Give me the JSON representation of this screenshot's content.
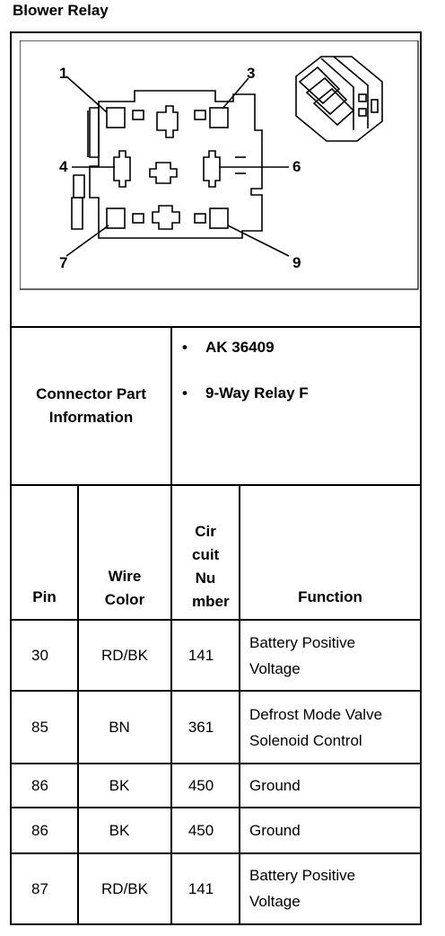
{
  "title": "Blower Relay",
  "diagram": {
    "pin_labels": [
      "1",
      "3",
      "4",
      "6",
      "7",
      "9"
    ]
  },
  "connector_info": {
    "label": "Connector Part Information",
    "items": [
      "AK 36409",
      "9-Way Relay F"
    ]
  },
  "table": {
    "headers": {
      "pin": "Pin",
      "wire_color": "Wire Color",
      "circuit_number": "Cir cuit Nu mber",
      "function": "Function"
    },
    "rows": [
      {
        "pin": "30",
        "wire_color": "RD/BK",
        "circuit": "141",
        "function": [
          "Battery Positive",
          "Voltage"
        ]
      },
      {
        "pin": "85",
        "wire_color": "BN",
        "circuit": "361",
        "function": [
          "Defrost Mode Valve",
          "Solenoid Control"
        ]
      },
      {
        "pin": "86",
        "wire_color": "BK",
        "circuit": "450",
        "function": [
          "Ground"
        ]
      },
      {
        "pin": "86",
        "wire_color": "BK",
        "circuit": "450",
        "function": [
          "Ground"
        ]
      },
      {
        "pin": "87",
        "wire_color": "RD/BK",
        "circuit": "141",
        "function": [
          "Battery Positive",
          "Voltage"
        ]
      }
    ]
  }
}
